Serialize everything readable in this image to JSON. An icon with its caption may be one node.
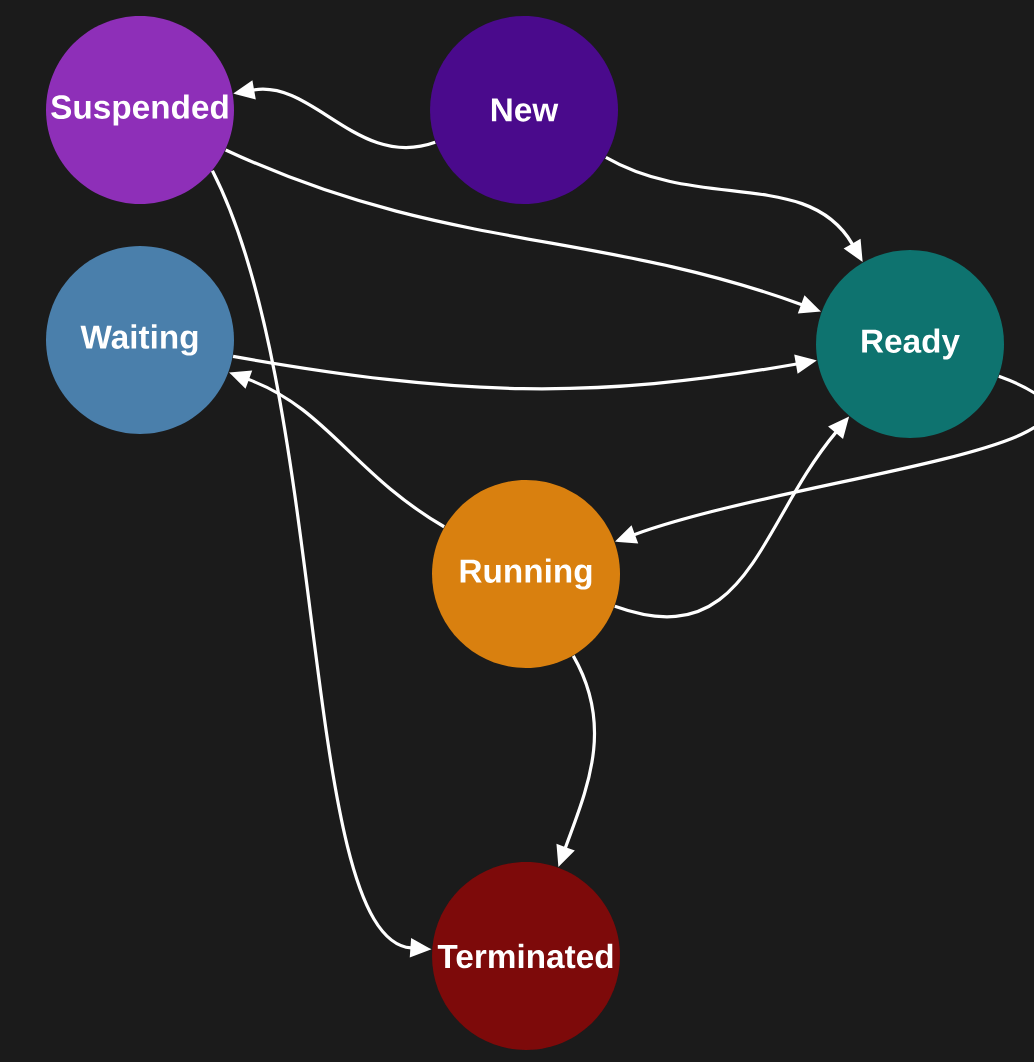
{
  "diagram": {
    "nodes": [
      {
        "text": [
          "Suspended"
        ]
      },
      {
        "text": [
          "New"
        ]
      },
      {
        "text": [
          "Waiting"
        ]
      },
      {
        "text": [
          "Ready"
        ]
      },
      {
        "text": [
          "Running"
        ]
      },
      {
        "text": [
          "Terminated"
        ]
      }
    ],
    "edges": [
      {
        "from": 1,
        "to": 0,
        "arrow": "to"
      },
      {
        "from": 1,
        "to": 3,
        "arrow": "to"
      },
      {
        "from": 0,
        "to": 3,
        "arrow": "to"
      },
      {
        "from": 0,
        "to": 5,
        "arrow": "to"
      },
      {
        "from": 2,
        "to": 3,
        "arrow": "to"
      },
      {
        "from": 4,
        "to": 2,
        "arrow": "to"
      },
      {
        "from": 4,
        "to": 3,
        "arrow": "to"
      },
      {
        "from": 3,
        "to": 4,
        "arrow": "to"
      },
      {
        "from": 4,
        "to": 5,
        "arrow": "to"
      }
    ]
  }
}
